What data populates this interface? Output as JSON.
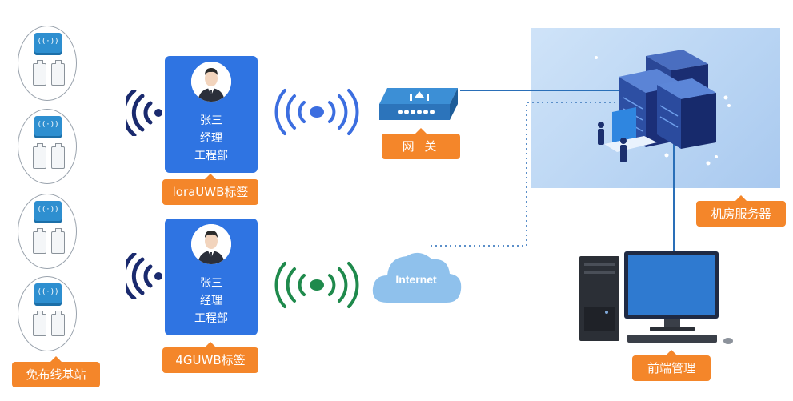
{
  "stations": {
    "label": "免布线基站",
    "count": 4
  },
  "tags": [
    {
      "name": "张三",
      "title": "经理",
      "dept": "工程部",
      "type_label": "loraUWB标签",
      "signal_color": "#3c6ee0"
    },
    {
      "name": "张三",
      "title": "经理",
      "dept": "工程部",
      "type_label": "4GUWB标签",
      "signal_color": "#1f8a4c"
    }
  ],
  "gateway": {
    "label": "网 关"
  },
  "cloud": {
    "label": "Internet"
  },
  "server": {
    "label": "机房服务器"
  },
  "frontend": {
    "label": "前端管理"
  },
  "colors": {
    "accent_orange": "#f4862a",
    "card_blue": "#2f74e2",
    "link_line": "#2a6fb8",
    "dotted_line": "#5b8fc9",
    "lora_wave": "#3c6ee0",
    "g4_wave": "#1f8a4c",
    "bs_wave": "#1a2a6e"
  }
}
